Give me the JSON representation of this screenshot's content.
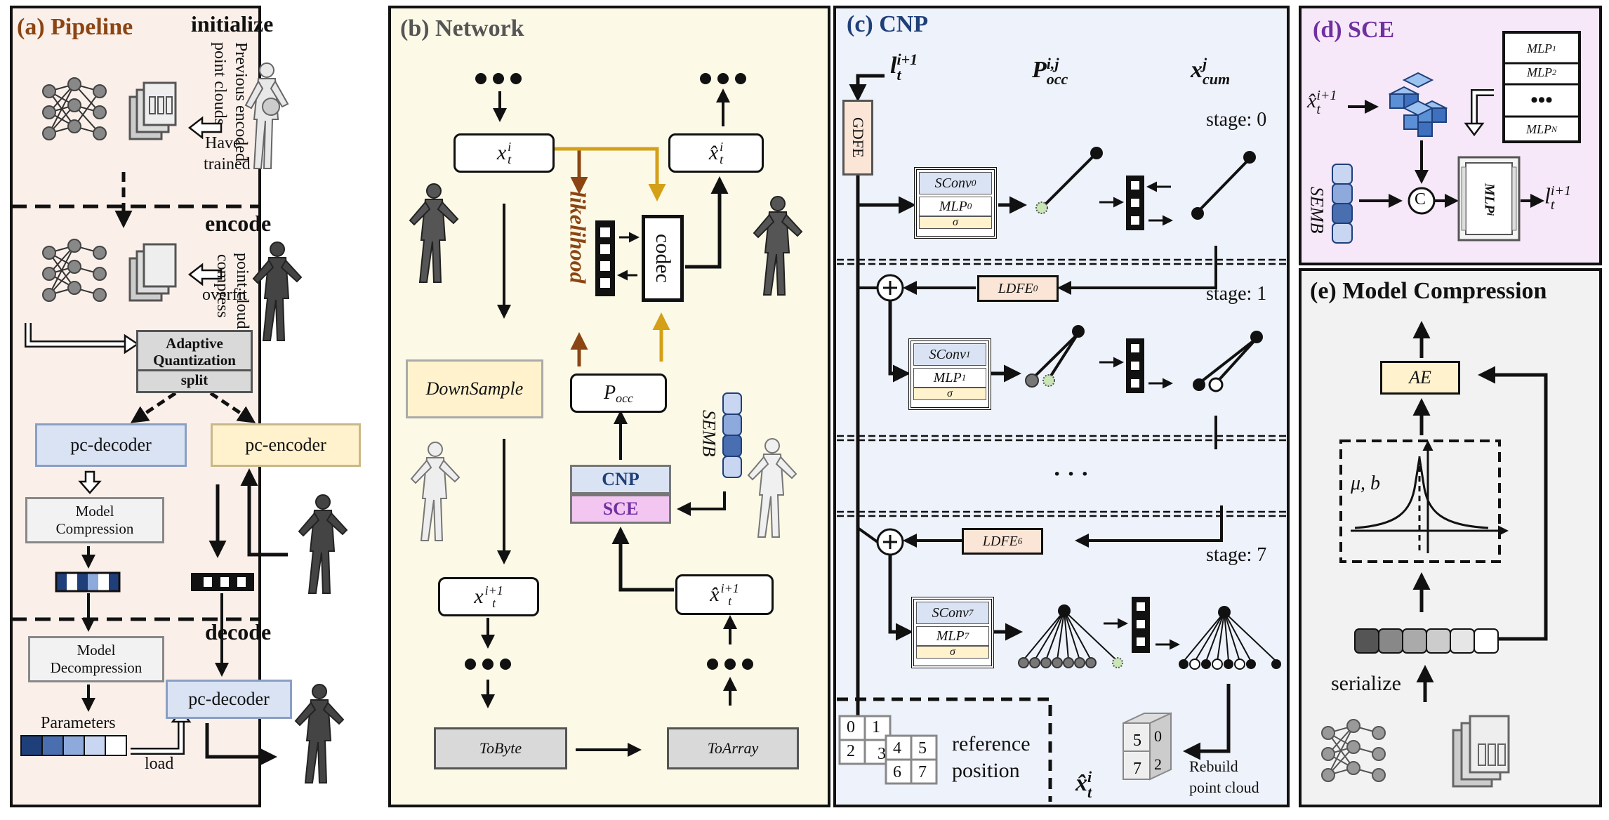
{
  "colors": {
    "pipeline_bg": "#fbefe9",
    "network_bg": "#fcf9e6",
    "cnp_bg": "#eef2fb",
    "sce_bg": "#f6e8f8",
    "mc_bg": "#f2f2f2",
    "pipeline_title": "#8b4513",
    "network_title": "#555555",
    "cnp_title": "#1f3f7a",
    "sce_title": "#7030a0",
    "decoder_fill": "#dae3f3",
    "encoder_fill": "#fff2cc",
    "likelihood_arrow": "#8b4513",
    "occ_arrow": "#d4a017",
    "cnp_fill": "#dae3f3",
    "sce_fill": "#f3c6f2",
    "emb_fill": "#c9d6f2",
    "quant_fill": "#d9d9d9"
  },
  "pipeline": {
    "title": "(a) Pipeline",
    "initialize": "initialize",
    "prev_encoded": "Previous encoded",
    "point_clouds": "point clouds",
    "have": "Have",
    "trained": "trained",
    "encode": "encode",
    "point_cloud_to": "point cloud to",
    "compress": "compress",
    "overfit": "overfit",
    "aq_line1": "Adaptive",
    "aq_line2": "Quantization",
    "aq_split": "split",
    "pc_decoder": "pc-decoder",
    "pc_encoder": "pc-encoder",
    "mc_line1": "Model",
    "mc_line2": "Compression",
    "decode": "decode",
    "md_line1": "Model",
    "md_line2": "Decompression",
    "parameters": "Parameters",
    "pc_decoder2": "pc-decoder",
    "load": "load"
  },
  "network": {
    "title": "(b) Network",
    "dots": "•••",
    "x_t_i": "x",
    "xhat_t_i": "x̂",
    "codec": "codec",
    "likelihood": "likelihood",
    "downsample": "DownSample",
    "p_occ": "P",
    "p_occ_sub": "occ",
    "semb": "SEMB",
    "cnp": "CNP",
    "sce": "SCE",
    "x_next": "x",
    "xhat_next": "x̂",
    "sup_i": "i",
    "sub_t": "t",
    "sup_i1": "i+1",
    "tobyte": "ToByte",
    "toarray": "ToArray"
  },
  "cnp": {
    "title": "(c) CNP",
    "l_label": "l",
    "l_sup": "i+1",
    "l_sub": "t",
    "pocc": "P",
    "pocc_sup": "i,j",
    "pocc_sub": "occ",
    "xcum": "x",
    "xcum_sup": "j",
    "xcum_sub": "cum",
    "gdfe": "GDFE",
    "stage0": "stage: 0",
    "stage1": "stage: 1",
    "stage7": "stage: 7",
    "sconv": "SConv",
    "mlp": "MLP",
    "sigma": "σ",
    "ldfe": "LDFE",
    "idx0": "0",
    "idx1": "1",
    "idx6": "6",
    "idx7": "7",
    "ellipsis": "· · ·",
    "ref_line1": "reference",
    "ref_line2": "position",
    "grid": [
      "0",
      "1",
      "2",
      "3",
      "4",
      "5",
      "6",
      "7"
    ],
    "xhat": "x̂",
    "rebuild1": "Rebuild",
    "rebuild2": "point cloud"
  },
  "sce": {
    "title": "(d) SCE",
    "xhat": "x̂",
    "sup": "i+1",
    "sub": "t",
    "semb": "SEMB",
    "mlp1": "MLP",
    "mlp2": "MLP",
    "mlpn": "MLP",
    "mlpi": "MLP",
    "dots": "•••",
    "concat": "C",
    "out": "l"
  },
  "mc": {
    "title": "(e) Model Compression",
    "ae": "AE",
    "mu_b": "μ, b",
    "serialize": "serialize"
  }
}
